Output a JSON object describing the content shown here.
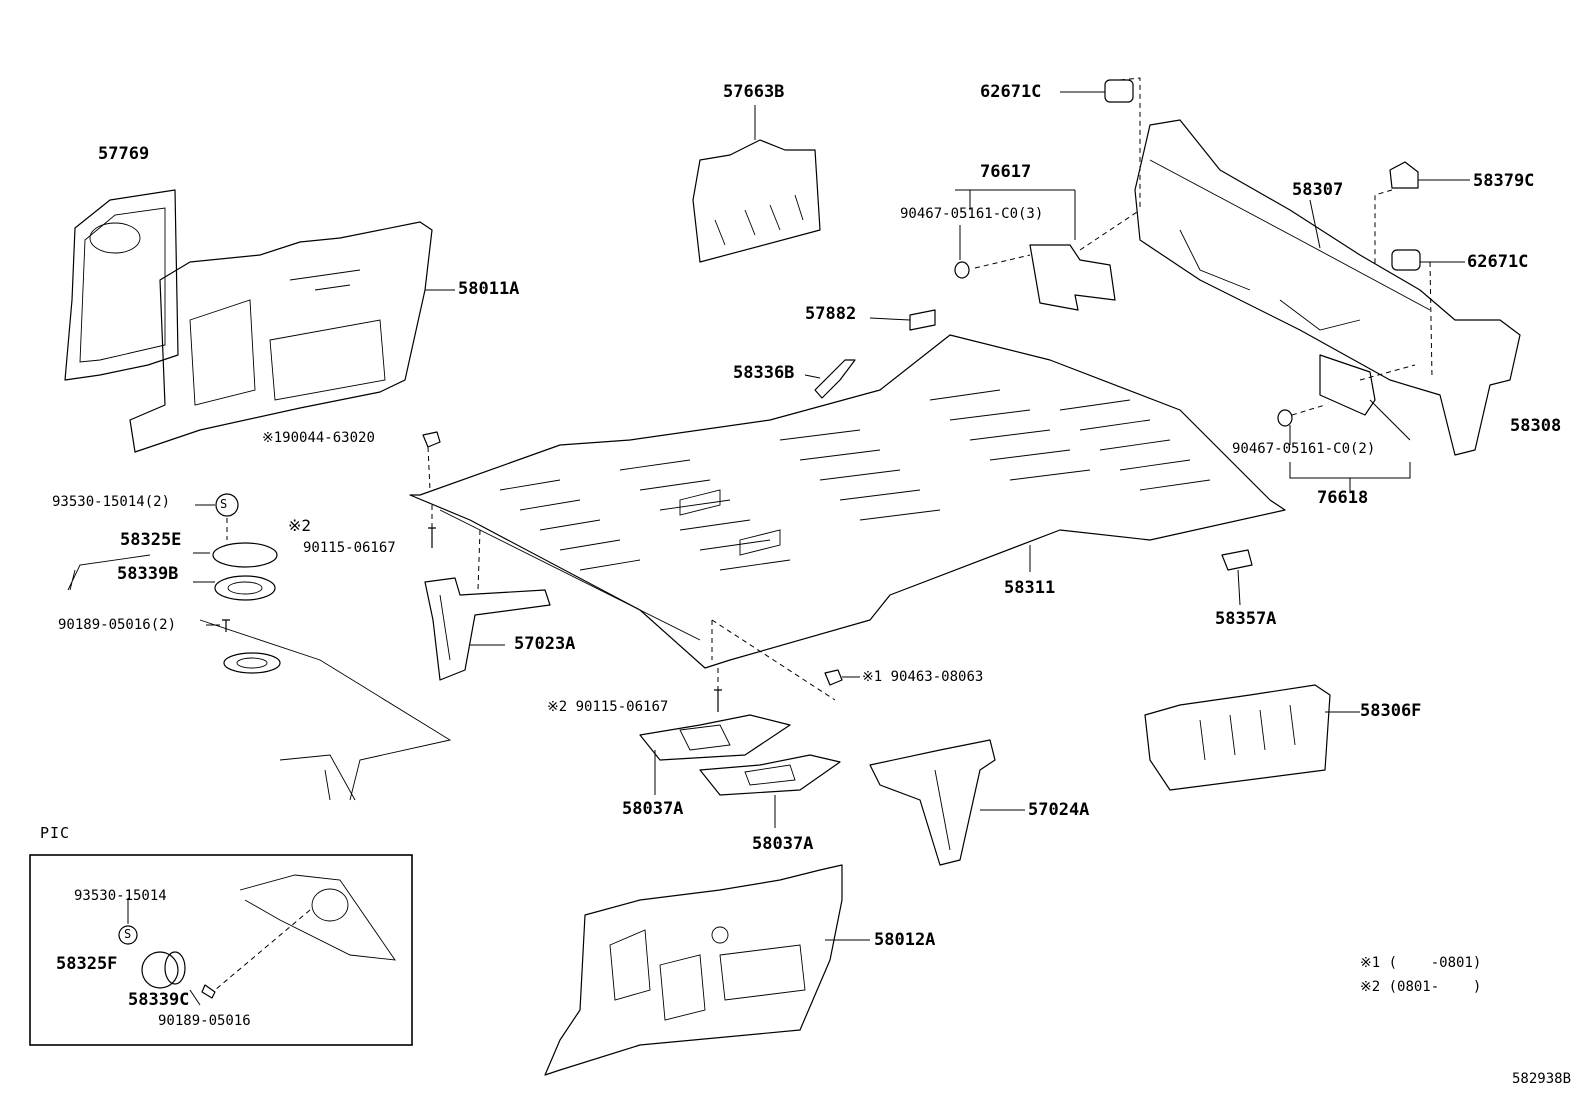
{
  "labels": {
    "p57663B": "57663B",
    "p62671C_top": "62671C",
    "p57769": "57769",
    "p76617": "76617",
    "p90467_c03": "90467-05161-C0(3)",
    "p58307": "58307",
    "p58379C": "58379C",
    "p62671C_right": "62671C",
    "p58011A": "58011A",
    "p57882": "57882",
    "p58336B": "58336B",
    "p58308": "58308",
    "p90044": "※190044-63020",
    "p90467_c02": "90467-05161-C0(2)",
    "p76618": "76618",
    "p93530_2": "93530-15014(2)",
    "p58325E": "58325E",
    "note2_mark": "※2",
    "p90115_a": "90115-06167",
    "p58339B": "58339B",
    "p58311": "58311",
    "p90189_2": "90189-05016(2)",
    "p58357A": "58357A",
    "p57023A": "57023A",
    "p90463": "※1 90463-08063",
    "p58306F": "58306F",
    "p90115_b": "※2 90115-06167",
    "p58037A_1": "58037A",
    "p57024A": "57024A",
    "p58037A_2": "58037A",
    "pic_title": "PIC",
    "p93530_pic": "93530-15014",
    "p58325F": "58325F",
    "p58339C": "58339C",
    "p90189_pic": "90189-05016",
    "p58012A": "58012A",
    "footnote1": "※1 (    -0801)",
    "footnote2": "※2 (0801-    )",
    "diagram_id": "582938B",
    "s_symbol": "S"
  }
}
